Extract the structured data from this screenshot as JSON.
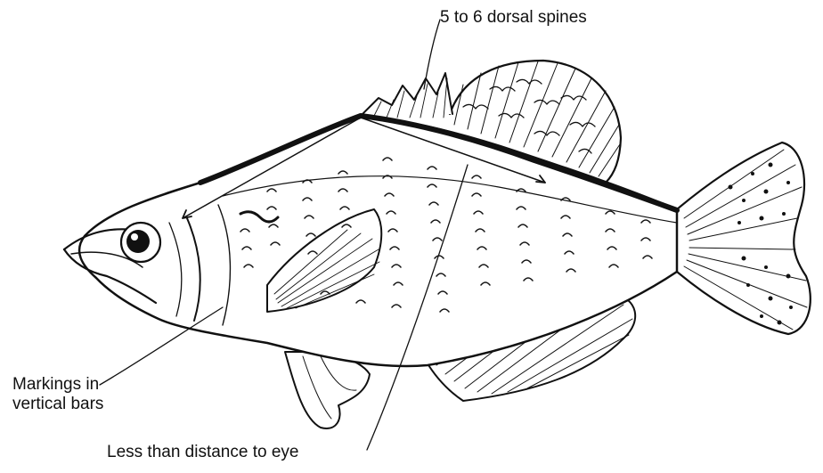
{
  "figure": {
    "subject": "crappie fish line drawing",
    "ink_color": "#111111",
    "background": "#ffffff"
  },
  "labels": {
    "dorsal_spines": "5 to 6 dorsal spines",
    "markings_line1": "Markings in",
    "markings_line2": "vertical bars",
    "distance": "Less than distance to eye"
  }
}
